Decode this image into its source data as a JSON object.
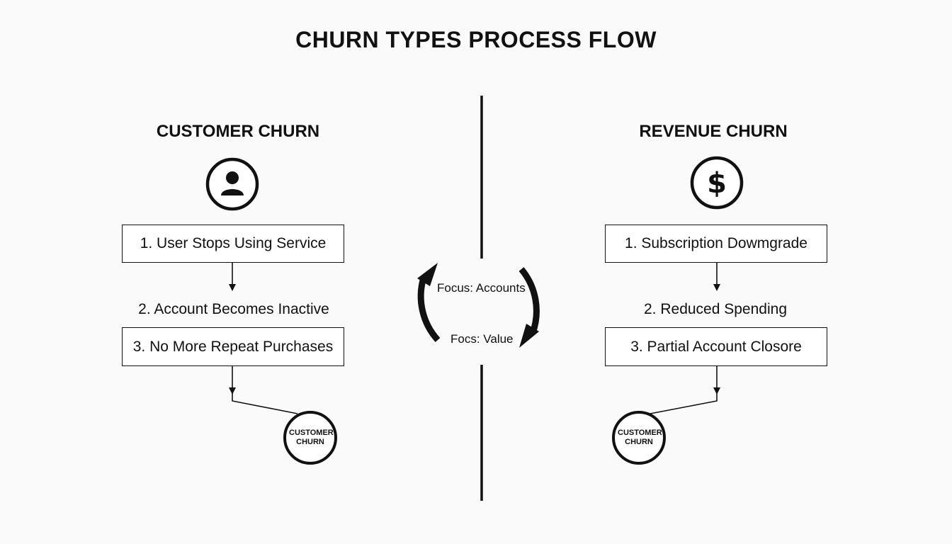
{
  "title": "CHURN TYPES PROCESS FLOW",
  "left": {
    "heading": "CUSTOMER CHURN",
    "icon": "user-icon",
    "steps": [
      "1. User Stops Using Service",
      "2. Account Becomes Inactive",
      "3. No More Repeat Purchases"
    ],
    "end_label": "CUSTOMER CHURN"
  },
  "right": {
    "heading": "REVENUE CHURN",
    "icon": "dollar-icon",
    "icon_text": "$",
    "steps": [
      "1. Subscription Dowmgrade",
      "2. Reduced Spending",
      "3. Partial Account Closore"
    ],
    "end_label": "CUSTOMER CHURN"
  },
  "center": {
    "focus_top": "Focus: Accounts",
    "focus_bottom": "Focs: Value"
  },
  "colors": {
    "ink": "#111111",
    "background": "#fafafa"
  }
}
